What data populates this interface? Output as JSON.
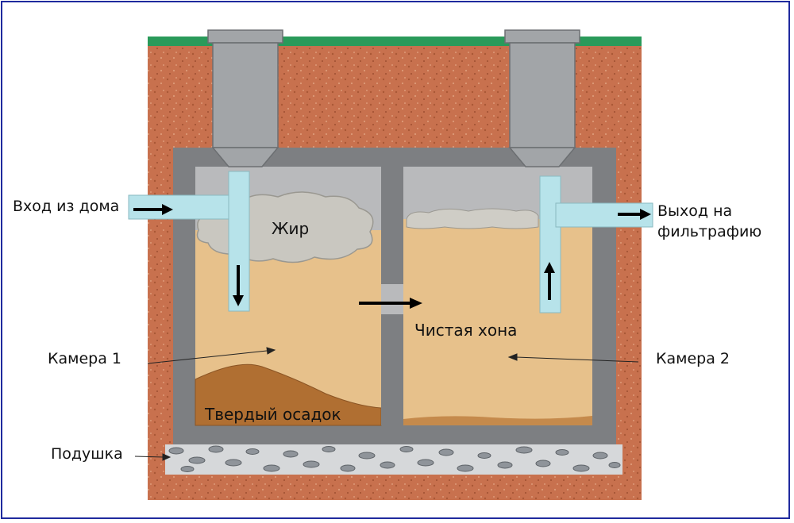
{
  "labels": {
    "inlet": "Вход из дома",
    "outlet_line1": "Выход на",
    "outlet_line2": "фильтрафию",
    "fat": "Жир",
    "clean_zone": "Чистая хона",
    "chamber1": "Камера 1",
    "chamber2": "Камера 2",
    "sediment": "Твердый осадок",
    "cushion": "Подушка"
  },
  "colors": {
    "frame_border": "#1f2a9e",
    "grass": "#2a9a5a",
    "soil": "#c8714e",
    "concrete": "#7d7f82",
    "concrete_light": "#a2a5a8",
    "air": "#b9babc",
    "liquid": "#e7c18b",
    "sediment": "#b06f32",
    "fat_cloud": "#c9c7c0",
    "pipe": "#b7e3ea",
    "gravel": "#8f949a"
  }
}
